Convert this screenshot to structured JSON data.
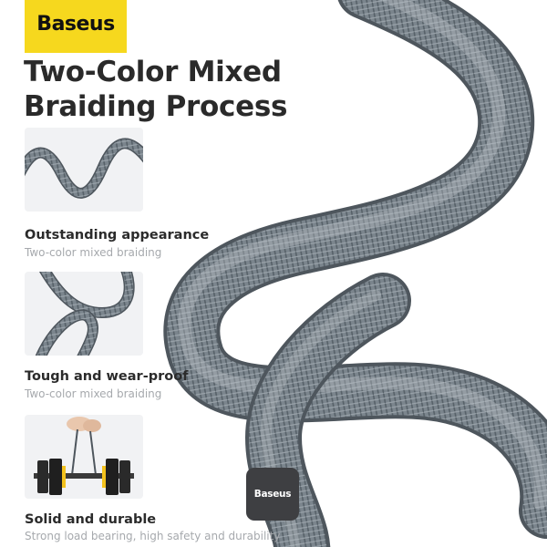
{
  "brand": {
    "logo_text": "Baseus",
    "logo_color": "#f6d81e",
    "badge_text": "Baseus",
    "badge_color": "#3e3f42"
  },
  "headline": {
    "line1": "Two-Color Mixed",
    "line2": "Braiding Process"
  },
  "features": [
    {
      "title": "Outstanding appearance",
      "subtitle": "Two-color mixed braiding",
      "image": "wavy-cable-image"
    },
    {
      "title": "Tough and wear-proof",
      "subtitle": "Two-color mixed braiding",
      "image": "knotted-cable-image"
    },
    {
      "title": "Solid and durable",
      "subtitle": "Strong load bearing, high safety and durability",
      "image": "dumbbell-hanging-image"
    }
  ],
  "colors": {
    "cable": "#7b858d",
    "cable_dark": "#4e565d",
    "cable_light": "#a8b0b6",
    "text_dark": "#2b2b2b",
    "text_muted": "#a6a9ad"
  }
}
